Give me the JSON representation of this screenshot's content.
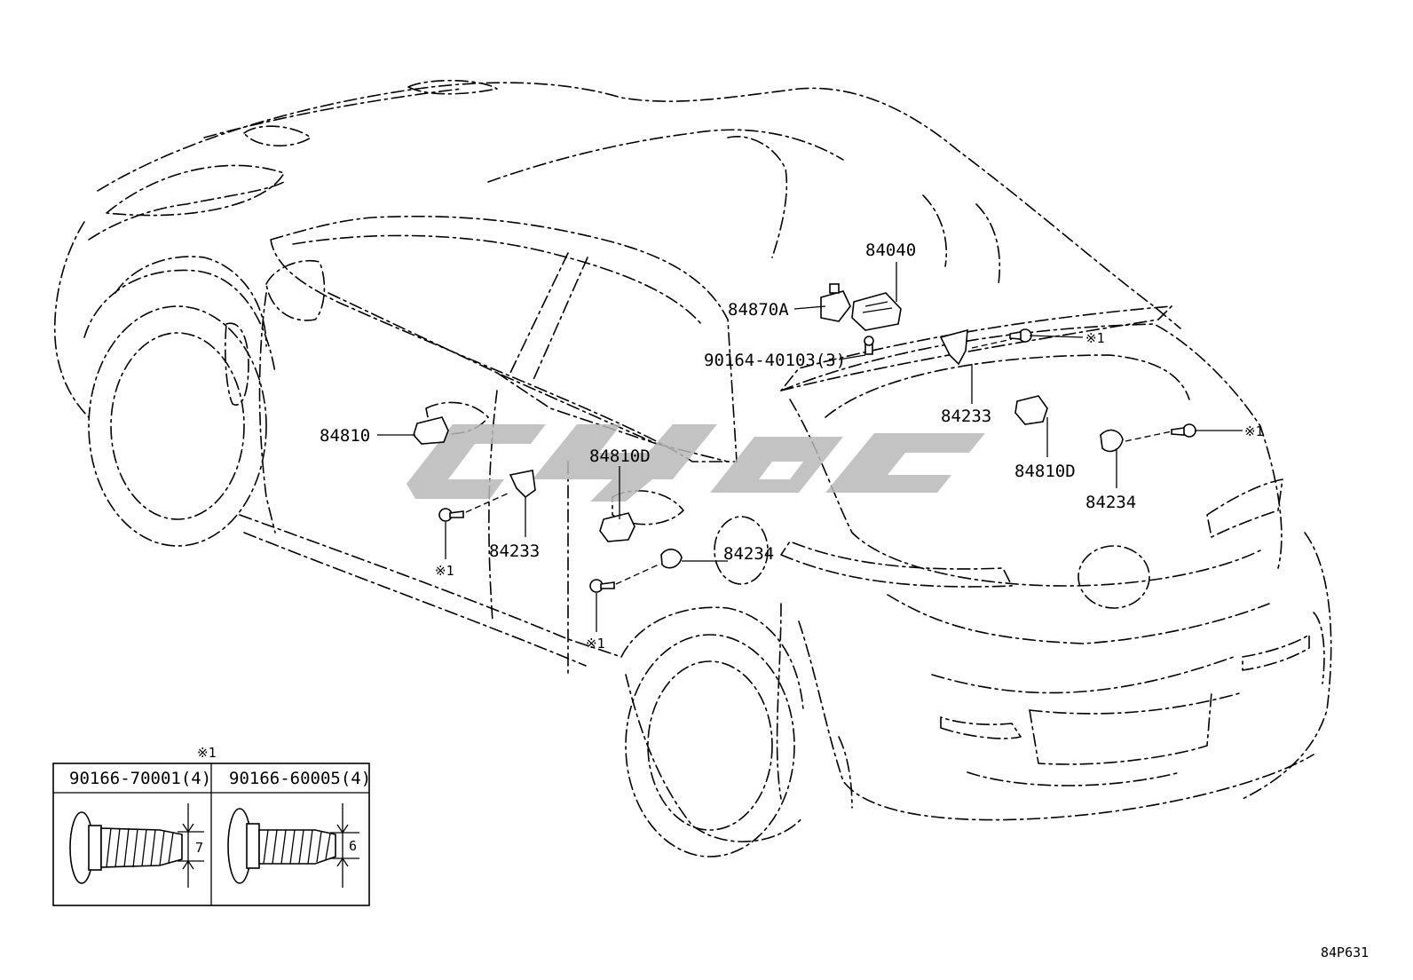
{
  "diagram_code": "84P631",
  "note_mark": "※1",
  "callouts": {
    "c84040": "84040",
    "c84870A": "84870A",
    "c90164": "90164-40103(3)",
    "c84233_top": "84233",
    "c84810D_right": "84810D",
    "c84234_right": "84234",
    "c84810": "84810",
    "c84810D_door": "84810D",
    "c84233_door": "84233",
    "c84234_door": "84234",
    "note_top": "※1",
    "note_right": "※1",
    "note_door1": "※1",
    "note_door2": "※1"
  },
  "inset": {
    "title": "※1",
    "col1_part": "90166-70001(4)",
    "col1_dim": "7",
    "col2_part": "90166-60005(4)",
    "col2_dim": "6"
  },
  "watermark_color": "#b9b9b9"
}
